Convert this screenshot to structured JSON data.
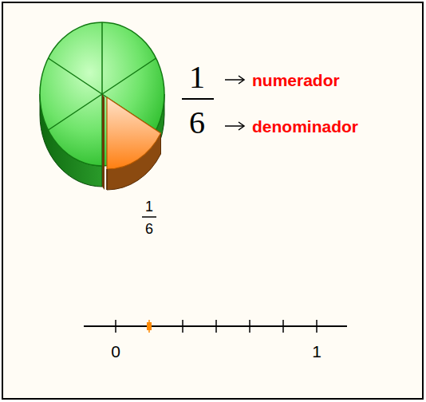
{
  "diagram": {
    "labels": [
      "1",
      "6",
      "numerador",
      "denominador",
      "1",
      "6",
      "0",
      "1"
    ]
  }
}
